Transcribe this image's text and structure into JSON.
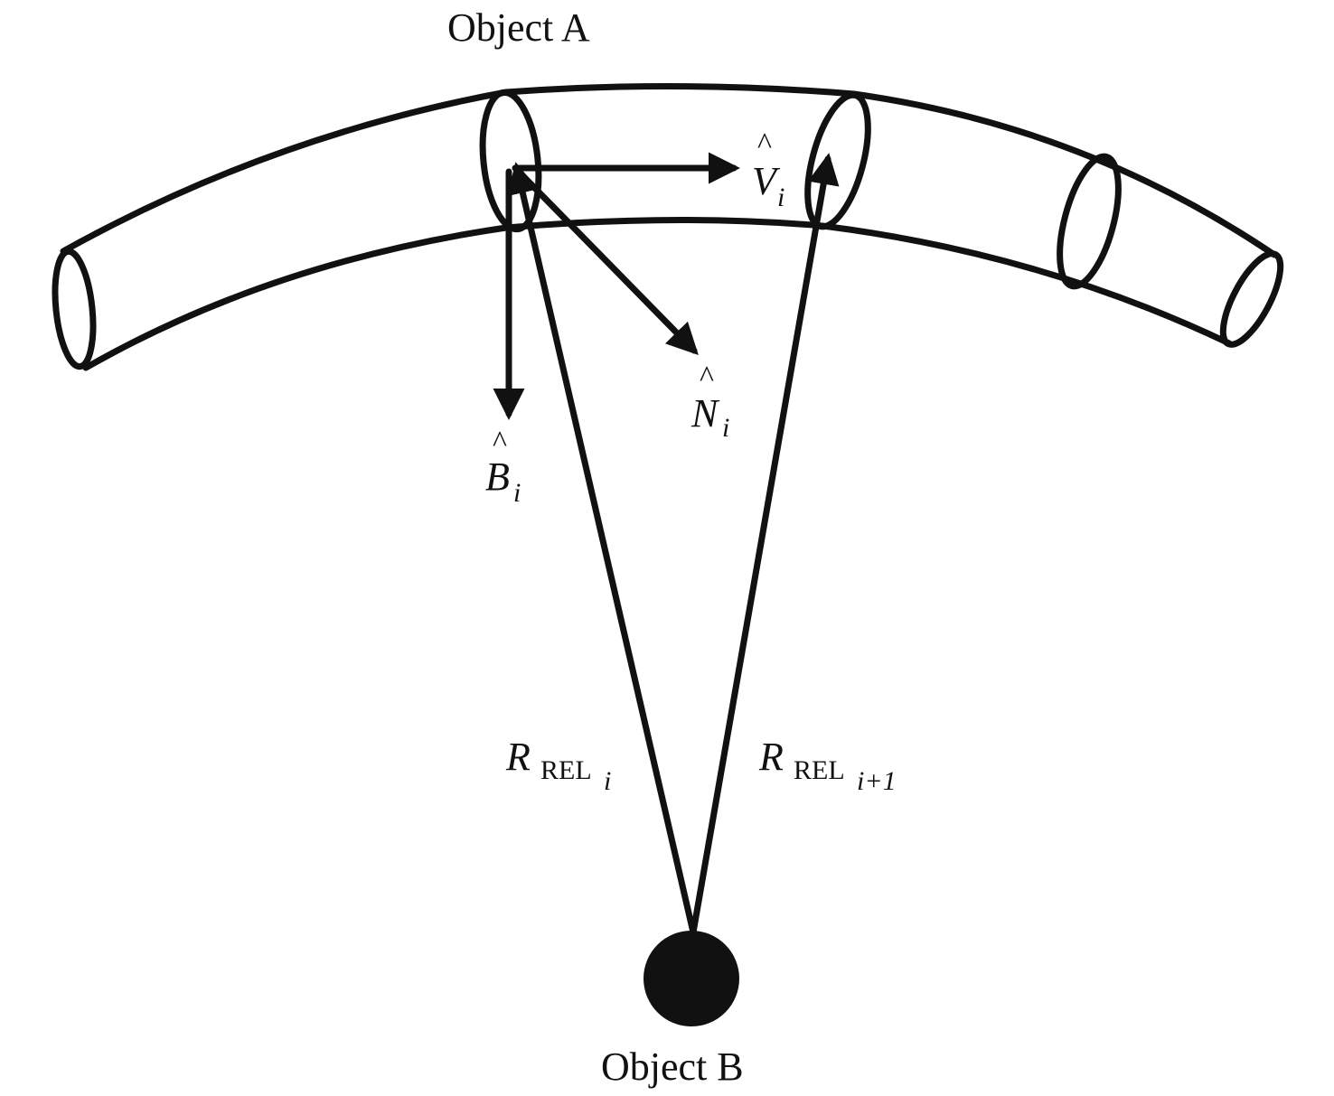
{
  "labels": {
    "object_a": "Object A",
    "object_b": "Object B",
    "v_hat": {
      "symbol": "V",
      "hat": "^",
      "sub": "i"
    },
    "n_hat": {
      "symbol": "N",
      "hat": "^",
      "sub": "i"
    },
    "b_hat": {
      "symbol": "B",
      "hat": "^",
      "sub": "i"
    },
    "r_rel_i": {
      "symbol": "R",
      "sub": "REL",
      "subsub": "i"
    },
    "r_rel_i1": {
      "symbol": "R",
      "sub": "REL",
      "subsub": "i+1"
    }
  },
  "colors": {
    "stroke": "#111111",
    "background": "#ffffff"
  }
}
